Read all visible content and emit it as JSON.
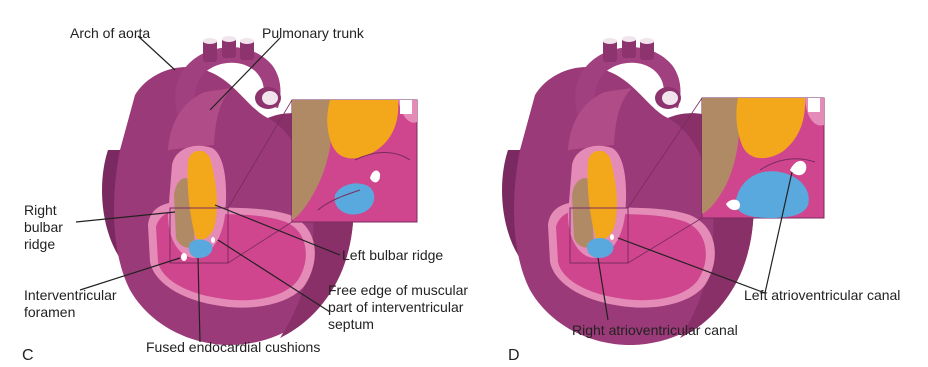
{
  "panels": [
    {
      "letter": "C",
      "labels": {
        "arch_of_aorta": "Arch of aorta",
        "pulmonary_trunk": "Pulmonary trunk",
        "right_bulbar_ridge": [
          "Right",
          "bulbar",
          "ridge"
        ],
        "left_bulbar_ridge": "Left bulbar ridge",
        "interventricular_foramen": [
          "Interventricular",
          "foramen"
        ],
        "free_edge": [
          "Free edge of muscular",
          "part of interventricular",
          "septum"
        ],
        "fused_cushions": "Fused endocardial cushions"
      }
    },
    {
      "letter": "D",
      "labels": {
        "left_av_canal": "Left atrioventricular canal",
        "right_av_canal": "Right atrioventricular canal"
      }
    }
  ],
  "colors": {
    "heart": "#9b3a78",
    "heart_dark": "#6e2356",
    "heart_light": "#b8558f",
    "ventricle": "#d0468e",
    "ventricle_rim": "#e48bb8",
    "tan": "#b08a65",
    "orange": "#f2a81a",
    "blue": "#5aa9de"
  }
}
